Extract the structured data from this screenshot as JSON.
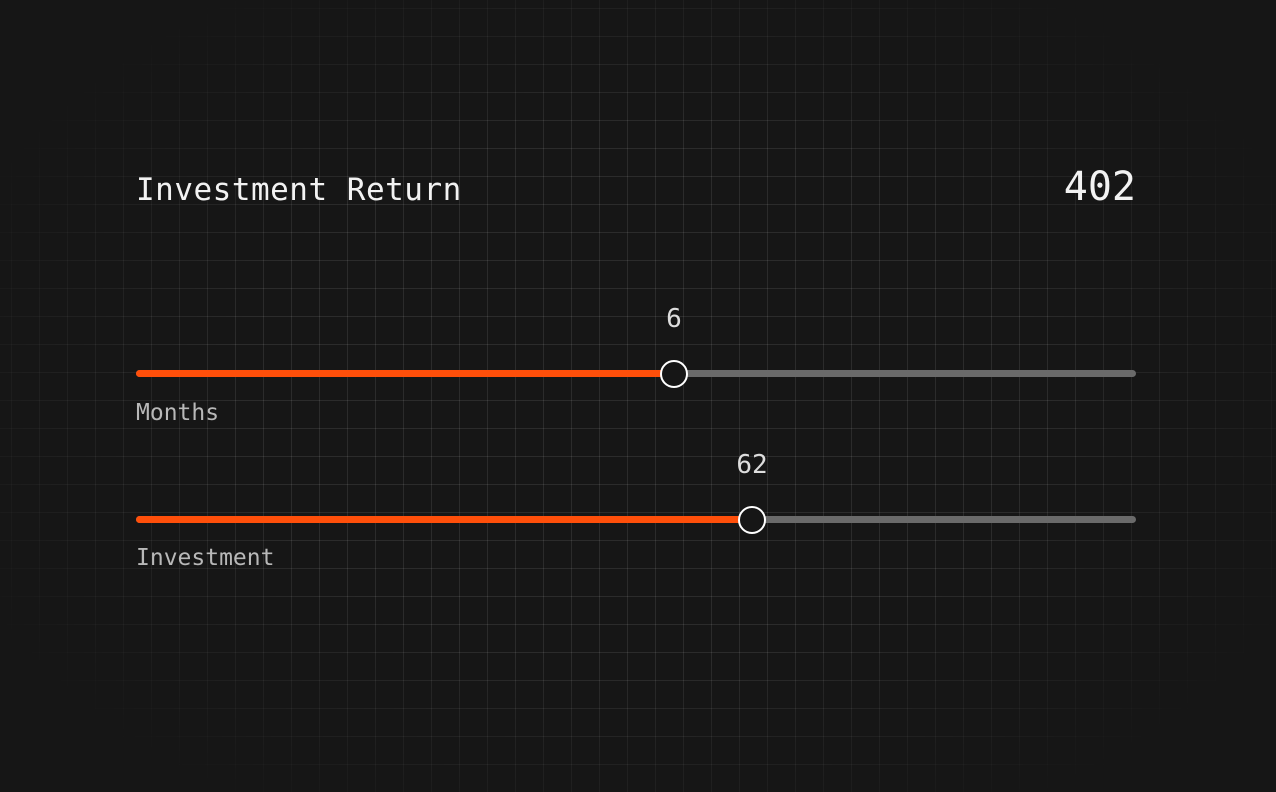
{
  "title": "Investment Return",
  "result": "402",
  "colors": {
    "accent": "#ff4f0a",
    "track": "#6a6a6a",
    "background": "#161616",
    "thumb_border": "#ffffff"
  },
  "sliders": [
    {
      "label": "Months",
      "value": "6",
      "percent": 53.8
    },
    {
      "label": "Investment",
      "value": "62",
      "percent": 61.5
    }
  ]
}
